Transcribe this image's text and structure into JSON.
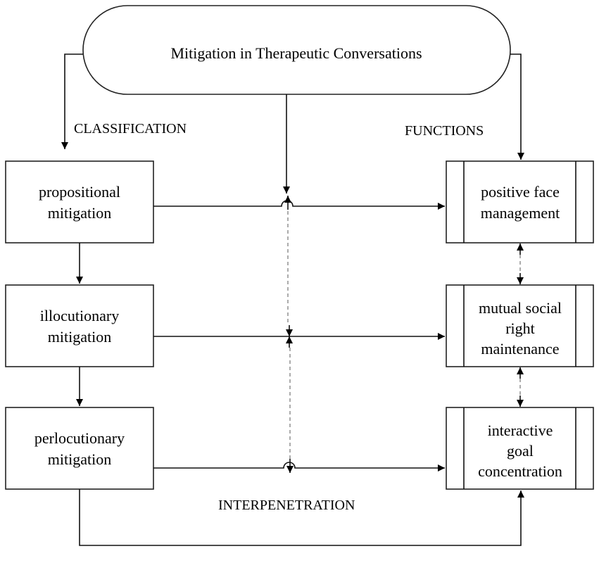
{
  "title": "Mitigation in Therapeutic Conversations",
  "labels": {
    "classification": "CLASSIFICATION",
    "functions": "FUNCTIONS",
    "interpenetration": "INTERPENETRATION"
  },
  "classification_boxes": [
    {
      "lines": [
        "propositional",
        "mitigation"
      ]
    },
    {
      "lines": [
        "illocutionary",
        "mitigation"
      ]
    },
    {
      "lines": [
        "perlocutionary",
        "mitigation"
      ]
    }
  ],
  "function_boxes": [
    {
      "lines": [
        "positive face",
        "management"
      ]
    },
    {
      "lines": [
        "mutual social",
        "right",
        "maintenance"
      ]
    },
    {
      "lines": [
        "interactive",
        "goal",
        "concentration"
      ]
    }
  ]
}
